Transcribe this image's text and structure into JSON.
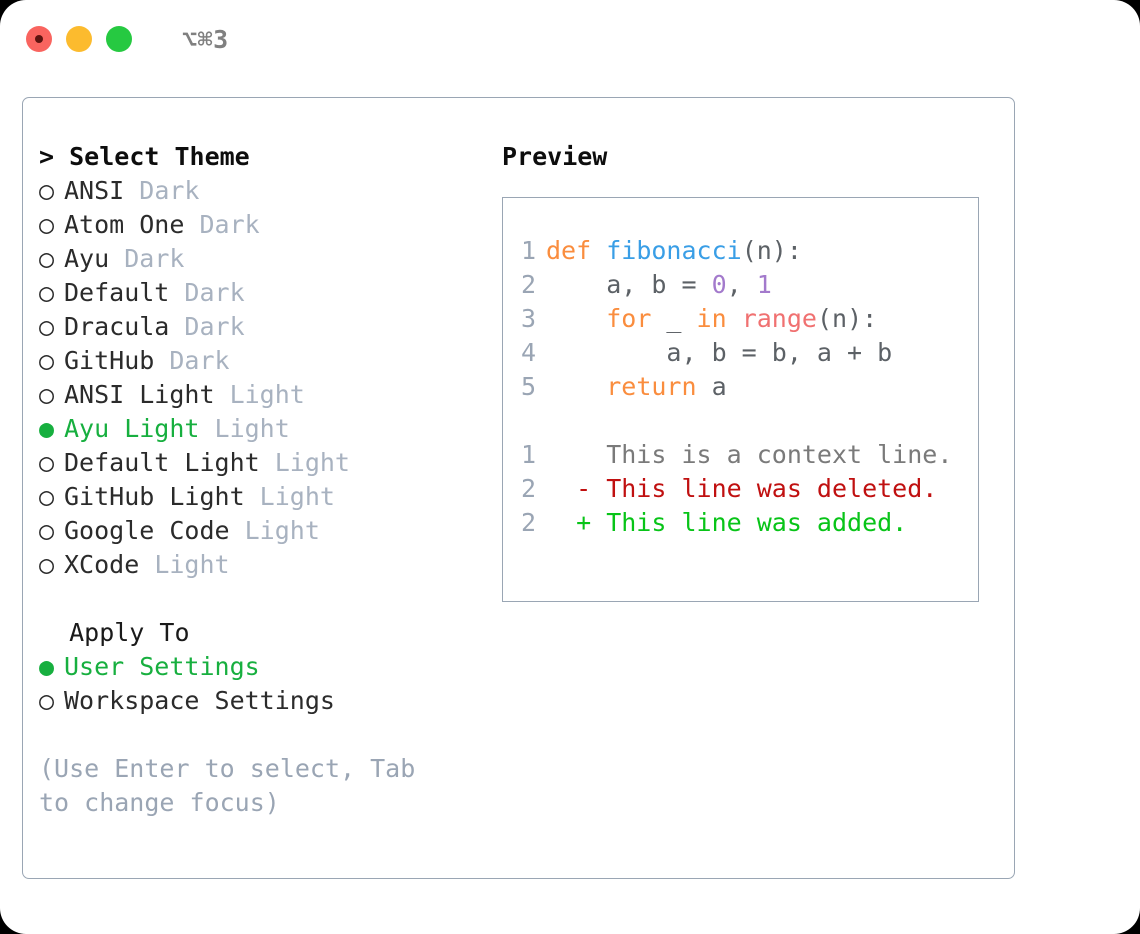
{
  "titlebar": {
    "shortcut": "⌥⌘3",
    "buttons": [
      {
        "name": "close",
        "color": "#f9645f"
      },
      {
        "name": "minimize",
        "color": "#fcbb2e"
      },
      {
        "name": "zoom",
        "color": "#26c941"
      }
    ]
  },
  "theme_picker": {
    "caret": ">",
    "header": "Select Theme",
    "bullet_selected": "●",
    "bullet_unselected": "○",
    "items": [
      {
        "name": "ANSI",
        "kind": "Dark",
        "selected": false
      },
      {
        "name": "Atom One",
        "kind": "Dark",
        "selected": false
      },
      {
        "name": "Ayu",
        "kind": "Dark",
        "selected": false
      },
      {
        "name": "Default",
        "kind": "Dark",
        "selected": false
      },
      {
        "name": "Dracula",
        "kind": "Dark",
        "selected": false
      },
      {
        "name": "GitHub",
        "kind": "Dark",
        "selected": false
      },
      {
        "name": "ANSI Light",
        "kind": "Light",
        "selected": false
      },
      {
        "name": "Ayu Light",
        "kind": "Light",
        "selected": true
      },
      {
        "name": "Default Light",
        "kind": "Light",
        "selected": false
      },
      {
        "name": "GitHub Light",
        "kind": "Light",
        "selected": false
      },
      {
        "name": "Google Code",
        "kind": "Light",
        "selected": false
      },
      {
        "name": "XCode",
        "kind": "Light",
        "selected": false
      }
    ]
  },
  "apply_to": {
    "header": "Apply To",
    "items": [
      {
        "name": "User Settings",
        "selected": true
      },
      {
        "name": "Workspace Settings",
        "selected": false
      }
    ]
  },
  "hint": "(Use Enter to select, Tab to change focus)",
  "preview": {
    "title": "Preview",
    "code_lines": [
      {
        "number": "1",
        "tokens": [
          {
            "t": "def",
            "c": "kw"
          },
          {
            "t": " ",
            "c": "pl"
          },
          {
            "t": "fibonacci",
            "c": "fn"
          },
          {
            "t": "(n):",
            "c": "pl"
          }
        ]
      },
      {
        "number": "2",
        "tokens": [
          {
            "t": "    a, b = ",
            "c": "pl"
          },
          {
            "t": "0",
            "c": "num"
          },
          {
            "t": ", ",
            "c": "pl"
          },
          {
            "t": "1",
            "c": "num"
          }
        ]
      },
      {
        "number": "3",
        "tokens": [
          {
            "t": "    ",
            "c": "pl"
          },
          {
            "t": "for",
            "c": "kw"
          },
          {
            "t": " _ ",
            "c": "pl"
          },
          {
            "t": "in",
            "c": "kw"
          },
          {
            "t": " ",
            "c": "pl"
          },
          {
            "t": "range",
            "c": "call"
          },
          {
            "t": "(n):",
            "c": "pl"
          }
        ]
      },
      {
        "number": "4",
        "tokens": [
          {
            "t": "        a, b = b, a + b",
            "c": "pl"
          }
        ]
      },
      {
        "number": "5",
        "tokens": [
          {
            "t": "    ",
            "c": "pl"
          },
          {
            "t": "return",
            "c": "kw"
          },
          {
            "t": " a",
            "c": "pl"
          }
        ]
      }
    ],
    "diff_lines": [
      {
        "number": "1",
        "marker": " ",
        "text": "This is a context line.",
        "kind": "ctx"
      },
      {
        "number": "2",
        "marker": "-",
        "text": "This line was deleted.",
        "kind": "del"
      },
      {
        "number": "2",
        "marker": "+",
        "text": "This line was added.",
        "kind": "add"
      }
    ]
  },
  "colors": {
    "selected_green": "#17af3f",
    "muted": "#9aa5b4",
    "kind_label": "#a8b2c0",
    "border": "#9aa6b4",
    "keyword": "#fa8d3e",
    "function": "#399ee6",
    "number": "#a37acc",
    "call": "#f07171",
    "plain": "#5c6166",
    "diff_context": "#7a7a7a",
    "diff_deleted": "#c01010",
    "diff_added": "#08c418"
  }
}
